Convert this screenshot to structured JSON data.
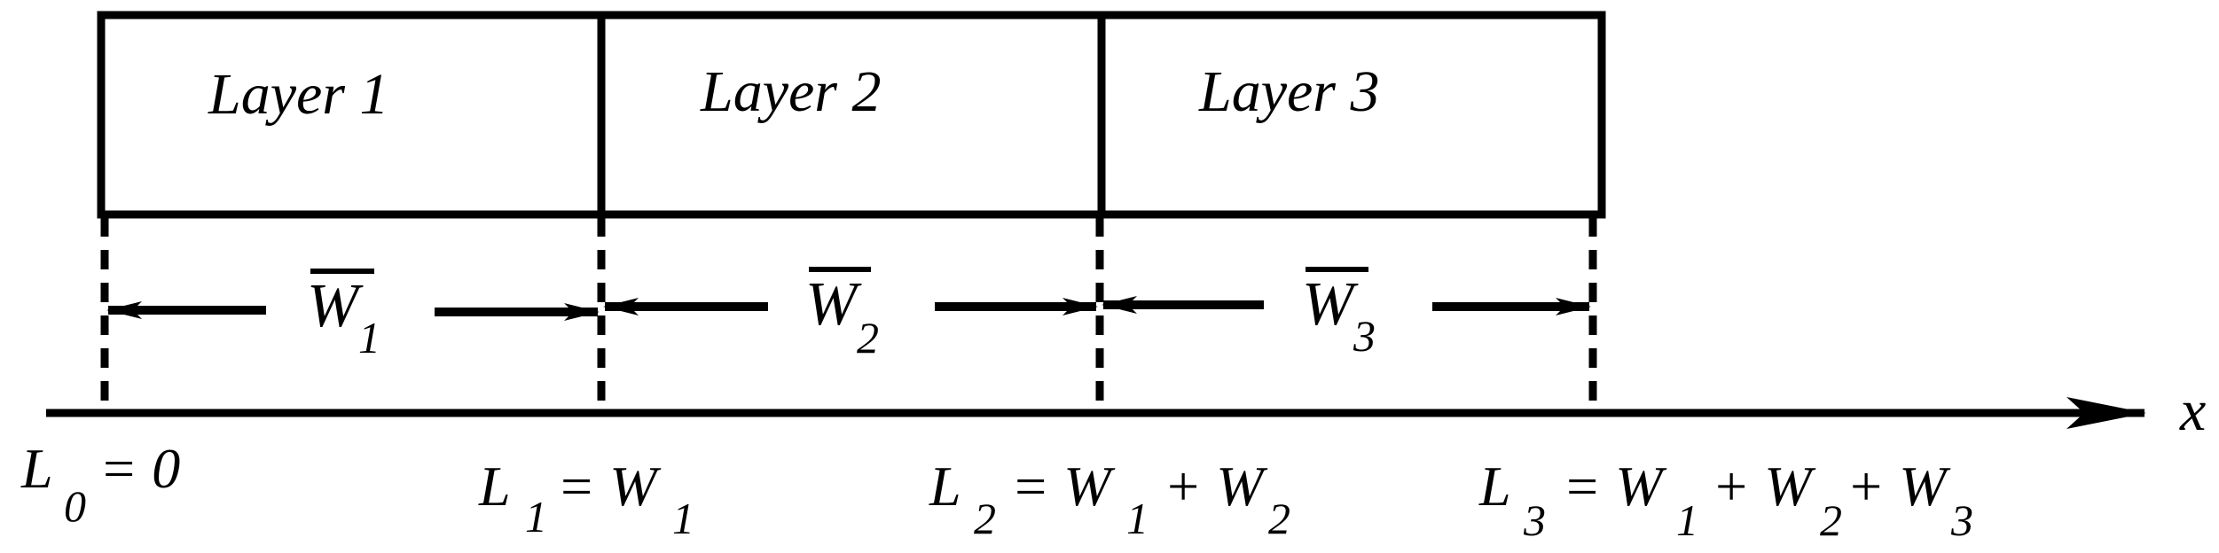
{
  "colors": {
    "stroke": "#000000",
    "background": "#ffffff"
  },
  "layers": [
    {
      "label": "Layer 1",
      "width_symbol": "W",
      "width_index": "1"
    },
    {
      "label": "Layer 2",
      "width_symbol": "W",
      "width_index": "2"
    },
    {
      "label": "Layer 3",
      "width_symbol": "W",
      "width_index": "3"
    }
  ],
  "axis": {
    "label": "x"
  },
  "positions": [
    {
      "letter": "L",
      "index": "0",
      "rhs": "= 0"
    },
    {
      "letter": "L",
      "index": "1",
      "rhs": "= W",
      "rhs_index": "1"
    },
    {
      "letter": "L",
      "index": "2",
      "rhs": "= W",
      "rhs_index": "1",
      "rhs_b": "+ W",
      "rhs_b_index": "2"
    },
    {
      "letter": "L",
      "index": "3",
      "rhs": "= W",
      "rhs_index": "1",
      "rhs_b": "+ W",
      "rhs_b_index": "2",
      "rhs_c": "+ W",
      "rhs_c_index": "3"
    }
  ]
}
